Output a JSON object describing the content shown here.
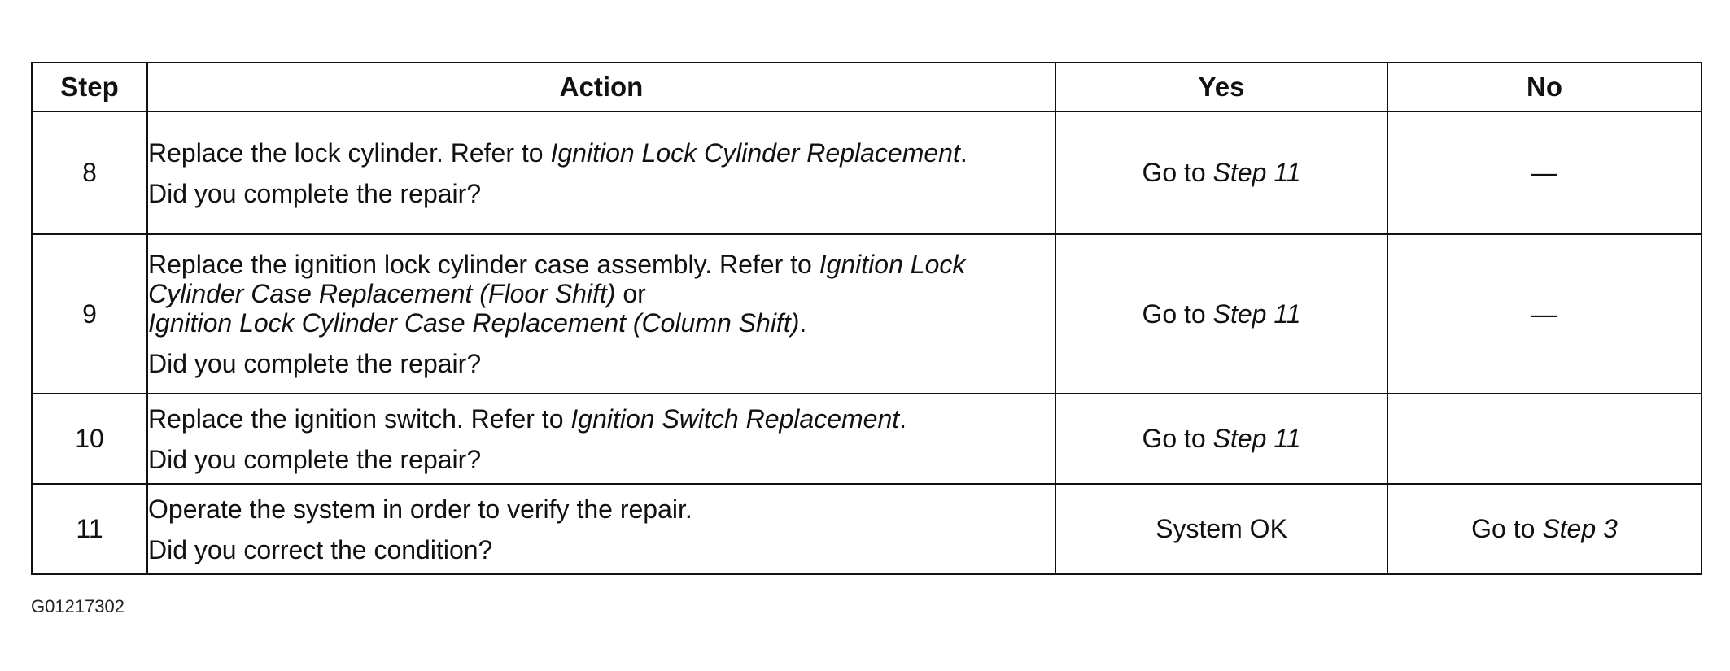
{
  "table": {
    "headers": {
      "step": "Step",
      "action": "Action",
      "yes": "Yes",
      "no": "No"
    },
    "rows": [
      {
        "step": "8",
        "action_a": "Replace the lock cylinder. Refer to ",
        "action_link_1": "Ignition Lock Cylinder Replacement",
        "action_b": ".",
        "question": "Did you complete the repair?",
        "yes_prefix": "Go to ",
        "yes_link": "Step 11",
        "no": "—"
      },
      {
        "step": "9",
        "action_a": "Replace the ignition lock cylinder case assembly. Refer to ",
        "action_link_1": "Ignition Lock Cylinder Case Replacement (Floor Shift)",
        "action_mid": " or",
        "action_link_2": "Ignition Lock Cylinder Case Replacement (Column Shift)",
        "action_b": ".",
        "question": "Did you complete the repair?",
        "yes_prefix": "Go to ",
        "yes_link": "Step 11",
        "no": "—"
      },
      {
        "step": "10",
        "action_a": "Replace the ignition switch. Refer to ",
        "action_link_1": "Ignition Switch Replacement",
        "action_b": ".",
        "question": "Did you complete the repair?",
        "yes_prefix": "Go to ",
        "yes_link": "Step 11",
        "no": ""
      },
      {
        "step": "11",
        "action_a": "Operate the system in order to verify the repair.",
        "question": "Did you correct the condition?",
        "yes": "System OK",
        "no_prefix": "Go to ",
        "no_link": "Step 3"
      }
    ]
  },
  "figure_id": "G01217302"
}
